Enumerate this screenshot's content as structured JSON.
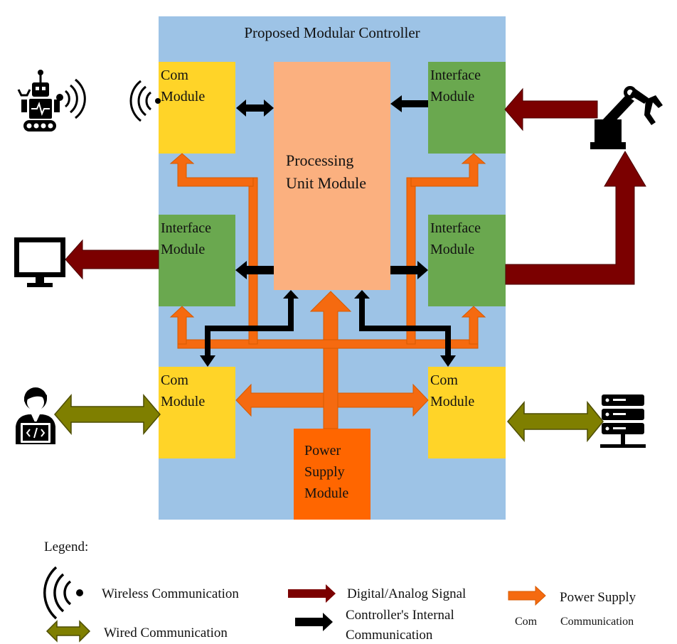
{
  "title": "Proposed Modular Controller",
  "modules": {
    "com_top_left": [
      "Com",
      "Module"
    ],
    "interface_top_right": [
      "Interface",
      "Module"
    ],
    "processing": [
      "Processing",
      "Unit Module"
    ],
    "interface_mid_left": [
      "Interface",
      "Module"
    ],
    "interface_mid_right": [
      "Interface",
      "Module"
    ],
    "com_bottom_left": [
      "Com",
      "Module"
    ],
    "com_bottom_right": [
      "Com",
      "Module"
    ],
    "power": [
      "Power",
      "Supply",
      "Module"
    ]
  },
  "devices": [
    "robot-icon",
    "robotic-arm-icon",
    "monitor-icon",
    "developer-icon",
    "server-icon"
  ],
  "legend": {
    "heading": "Legend:",
    "wireless": "Wireless Communication",
    "wired": "Wired Communication",
    "digital_analog": "Digital/Analog Signal",
    "internal_line1": "Controller's Internal",
    "internal_line2": "Communication",
    "power": "Power Supply",
    "com": "Com",
    "communication": "Communication"
  },
  "colors": {
    "controller_bg": "#9dc3e6",
    "com_module": "#ffd428",
    "interface_module": "#6aa84f",
    "processing_module": "#fbb07f",
    "power_module": "#ff6600",
    "power_arrow": "#f56a10",
    "signal_arrow": "#7b0000",
    "wired_arrow": "#7f7f00",
    "internal_arrow": "#000000"
  }
}
